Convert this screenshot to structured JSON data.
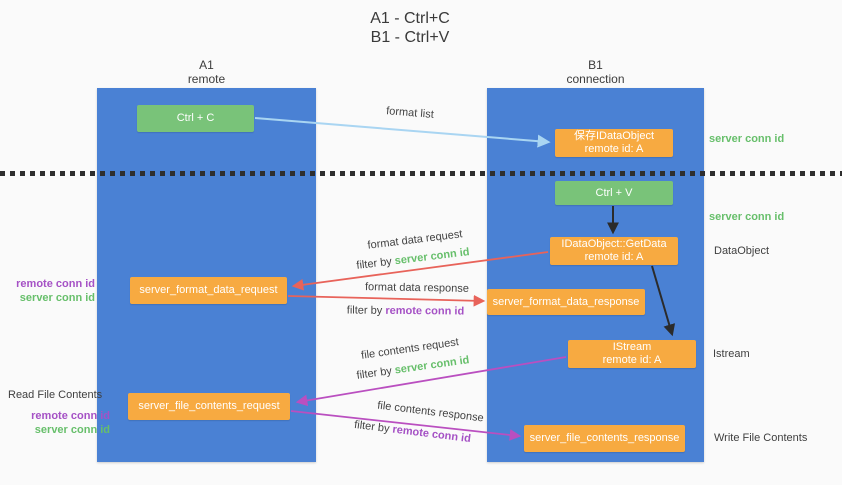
{
  "title": {
    "line1": "A1 - Ctrl+C",
    "line2": "B1 - Ctrl+V"
  },
  "columns": {
    "left": {
      "name": "A1",
      "role": "remote"
    },
    "right": {
      "name": "B1",
      "role": "connection"
    }
  },
  "boxes": {
    "ctrl_c": {
      "label": "Ctrl + C"
    },
    "save_dataobject": {
      "line1": "保存IDataObject",
      "line2": "remote id: A"
    },
    "ctrl_v": {
      "label": "Ctrl + V"
    },
    "getdata": {
      "line1": "IDataObject::GetData",
      "line2": "remote id: A"
    },
    "format_request": {
      "label": "server_format_data_request"
    },
    "format_response": {
      "label": "server_format_data_response"
    },
    "istream": {
      "line1": "IStream",
      "line2": "remote id: A"
    },
    "file_request": {
      "label": "server_file_contents_request"
    },
    "file_response": {
      "label": "server_file_contents_response"
    }
  },
  "flow_labels": {
    "format_list": "format list",
    "format_data_request": "format data request",
    "format_data_response": "format data response",
    "file_contents_request": "file contents request",
    "file_contents_response": "file contents response",
    "filter_by": "filter by",
    "server_conn_id": "server conn id",
    "remote_conn_id": "remote conn id"
  },
  "side_labels": {
    "server_conn_id_top": "server conn id",
    "server_conn_id_mid": "server conn id",
    "dataobject": "DataObject",
    "istream": "Istream",
    "read_file_contents": "Read File Contents",
    "write_file_contents": "Write File Contents",
    "remote_conn_id": "remote conn id",
    "server_conn_id": "server conn id"
  },
  "colors": {
    "lifeline_blue": "#4a81d4",
    "box_green": "#79c379",
    "box_orange": "#f7aa41",
    "arrow_blue": "#a9d5f2",
    "arrow_red": "#e8635a",
    "arrow_magenta": "#ba4fc0",
    "arrow_black": "#2b2b2b",
    "highlight_green": "#67bf6b",
    "highlight_purple": "#a551c5"
  }
}
